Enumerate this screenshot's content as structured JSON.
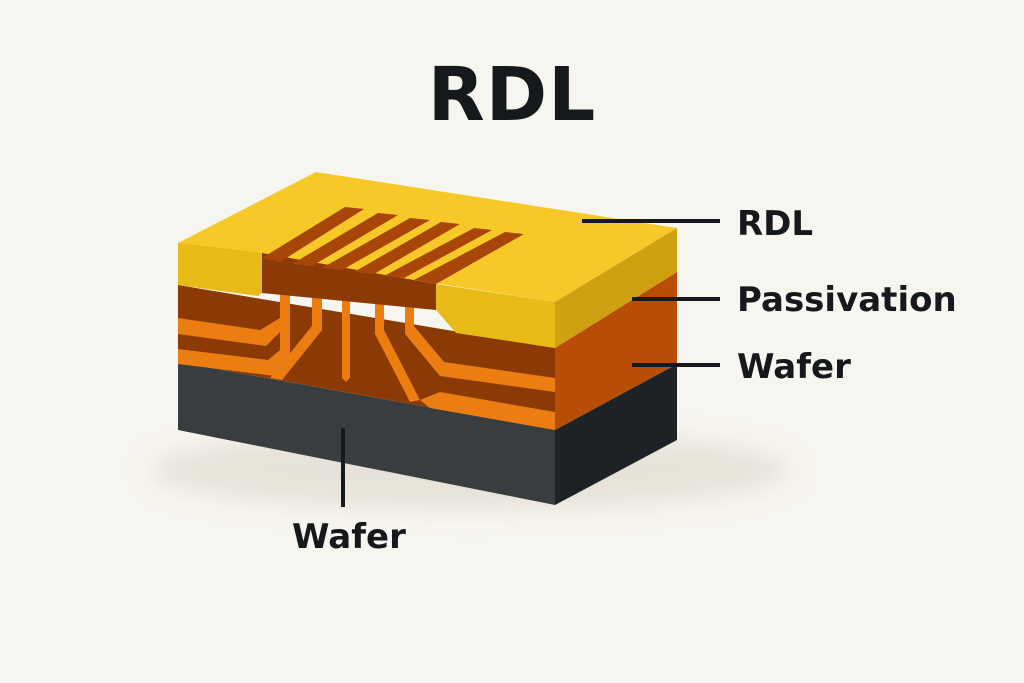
{
  "title": "RDL",
  "labels": {
    "rdl": "RDL",
    "passivation": "Passivation",
    "wafer_right": "Wafer",
    "wafer_bottom": "Wafer"
  },
  "colors": {
    "background": "#f7f5ef",
    "rdl_top": "#f6c928",
    "rdl_front": "#e8bb18",
    "rdl_side": "#cfa011",
    "trace_dark": "#8c3a05",
    "trace_light": "#ec7d10",
    "passivation_side": "#b84e05",
    "wafer_front": "#3a3d40",
    "wafer_side": "#1d2226",
    "leader": "#15191c"
  }
}
